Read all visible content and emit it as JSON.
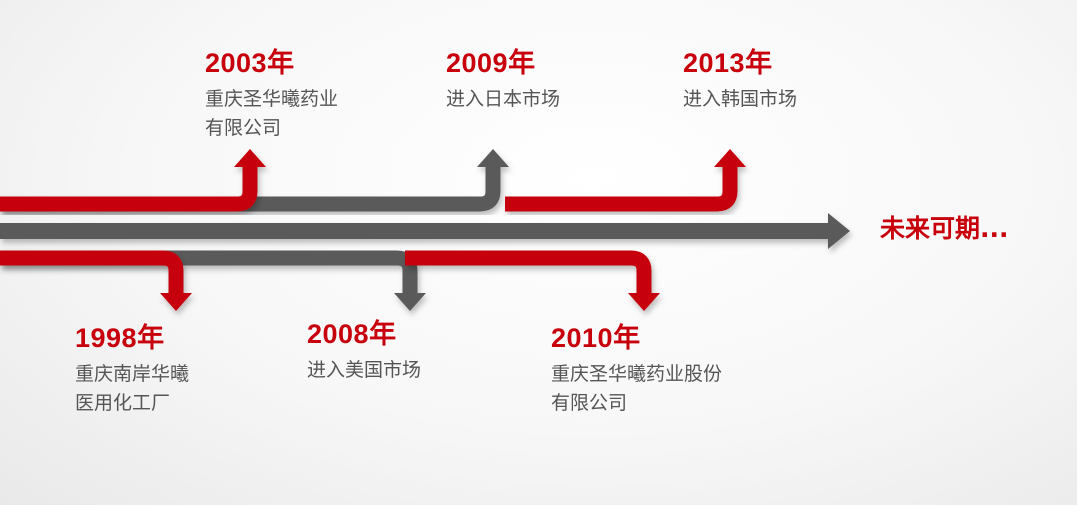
{
  "milestones": {
    "m2003": {
      "year": "2003年",
      "desc": [
        "重庆圣华曦药业",
        "有限公司"
      ]
    },
    "m2009": {
      "year": "2009年",
      "desc": [
        "进入日本市场"
      ]
    },
    "m2013": {
      "year": "2013年",
      "desc": [
        "进入韩国市场"
      ]
    },
    "m1998": {
      "year": "1998年",
      "desc": [
        "重庆南岸华曦",
        "医用化工厂"
      ]
    },
    "m2008": {
      "year": "2008年",
      "desc": [
        "进入美国市场"
      ]
    },
    "m2010": {
      "year": "2010年",
      "desc": [
        "重庆圣华曦药业股份",
        "有限公司"
      ]
    }
  },
  "future": "未来可期...",
  "colors": {
    "red": "#c7000b",
    "gray": "#5a5a5a",
    "text": "#555555"
  }
}
